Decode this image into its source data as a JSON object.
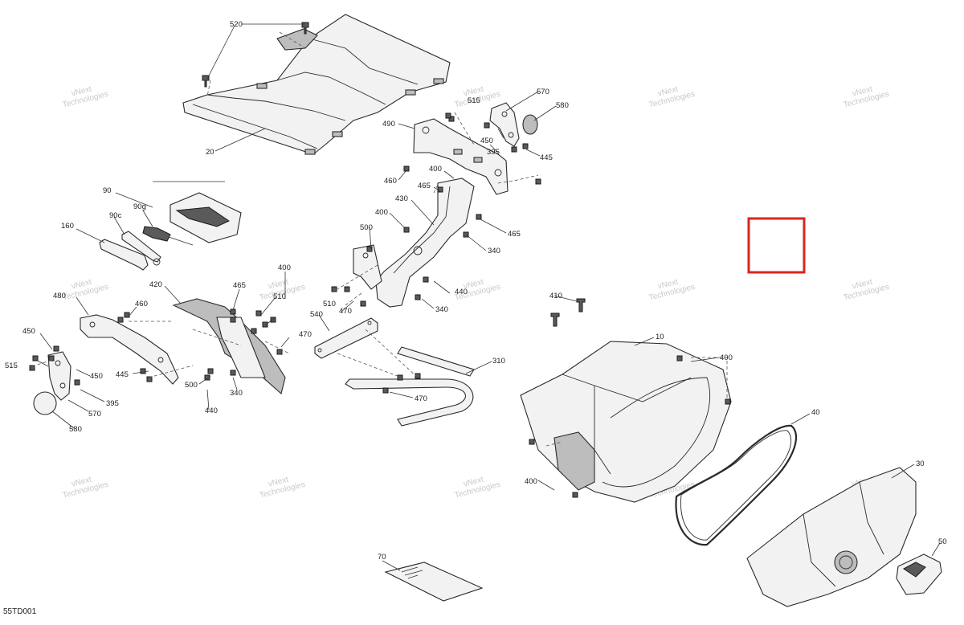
{
  "watermark_text": [
    "vNext",
    "Technologies"
  ],
  "code": "55TD001",
  "labels": [
    {
      "id": "520",
      "text": "520"
    },
    {
      "id": "20",
      "text": "20"
    },
    {
      "id": "490",
      "text": "490"
    },
    {
      "id": "515a",
      "text": "515"
    },
    {
      "id": "570a",
      "text": "570"
    },
    {
      "id": "580a",
      "text": "580"
    },
    {
      "id": "450a",
      "text": "450"
    },
    {
      "id": "395a",
      "text": "395"
    },
    {
      "id": "445a",
      "text": "445"
    },
    {
      "id": "460a",
      "text": "460"
    },
    {
      "id": "400a",
      "text": "400"
    },
    {
      "id": "465a",
      "text": "465"
    },
    {
      "id": "430",
      "text": "430"
    },
    {
      "id": "400b",
      "text": "400"
    },
    {
      "id": "465b",
      "text": "465"
    },
    {
      "id": "500a",
      "text": "500"
    },
    {
      "id": "340a",
      "text": "340"
    },
    {
      "id": "90",
      "text": "90"
    },
    {
      "id": "90c",
      "text": "90c"
    },
    {
      "id": "90g",
      "text": "90g"
    },
    {
      "id": "160",
      "text": "160"
    },
    {
      "id": "400c",
      "text": "400"
    },
    {
      "id": "420",
      "text": "420"
    },
    {
      "id": "465c",
      "text": "465"
    },
    {
      "id": "510a",
      "text": "510"
    },
    {
      "id": "480",
      "text": "480"
    },
    {
      "id": "460b",
      "text": "460"
    },
    {
      "id": "510b",
      "text": "510"
    },
    {
      "id": "470a",
      "text": "470"
    },
    {
      "id": "440a",
      "text": "440"
    },
    {
      "id": "340b",
      "text": "340"
    },
    {
      "id": "410",
      "text": "410"
    },
    {
      "id": "450b",
      "text": "450"
    },
    {
      "id": "540",
      "text": "540"
    },
    {
      "id": "470b",
      "text": "470"
    },
    {
      "id": "515b",
      "text": "515"
    },
    {
      "id": "450c",
      "text": "450"
    },
    {
      "id": "445b",
      "text": "445"
    },
    {
      "id": "500b",
      "text": "500"
    },
    {
      "id": "340c",
      "text": "340"
    },
    {
      "id": "395b",
      "text": "395"
    },
    {
      "id": "440b",
      "text": "440"
    },
    {
      "id": "570b",
      "text": "570"
    },
    {
      "id": "580b",
      "text": "580"
    },
    {
      "id": "310",
      "text": "310"
    },
    {
      "id": "470c",
      "text": "470"
    },
    {
      "id": "10",
      "text": "10"
    },
    {
      "id": "400d",
      "text": "400"
    },
    {
      "id": "40",
      "text": "40"
    },
    {
      "id": "400e",
      "text": "400"
    },
    {
      "id": "30",
      "text": "30"
    },
    {
      "id": "50",
      "text": "50"
    },
    {
      "id": "70",
      "text": "70"
    }
  ],
  "colors": {
    "highlight": "#d9261c",
    "line": "#2a2a2a",
    "watermark": "#c9c9c9"
  }
}
